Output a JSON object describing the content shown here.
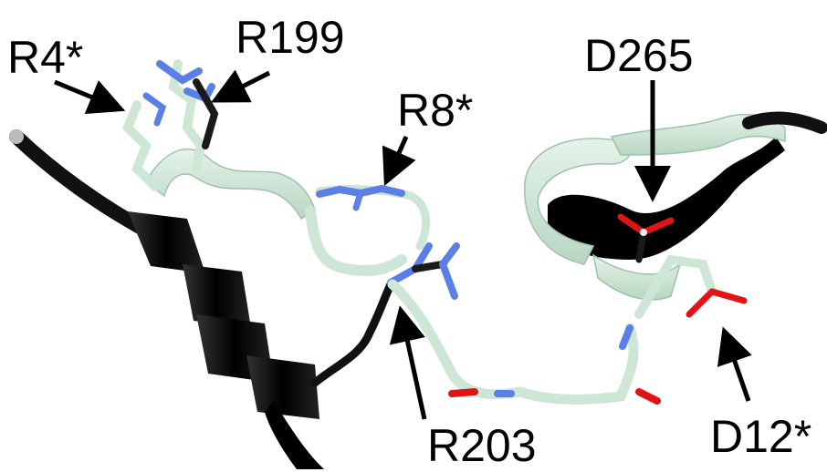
{
  "labels": {
    "r4": "R4*",
    "r199": "R199",
    "r8": "R8*",
    "r203": "R203",
    "d265": "D265",
    "d12": "D12*"
  },
  "colors": {
    "background": "#ffffff",
    "ribbon_primary": "#000000",
    "ribbon_secondary": "#cde6d5",
    "ribbon_secondary_edge": "#9fc2ad",
    "nitrogen": "#5a7fe6",
    "oxygen": "#e01414",
    "carbon_dark": "#1a1a1a",
    "arrow": "#000000"
  }
}
